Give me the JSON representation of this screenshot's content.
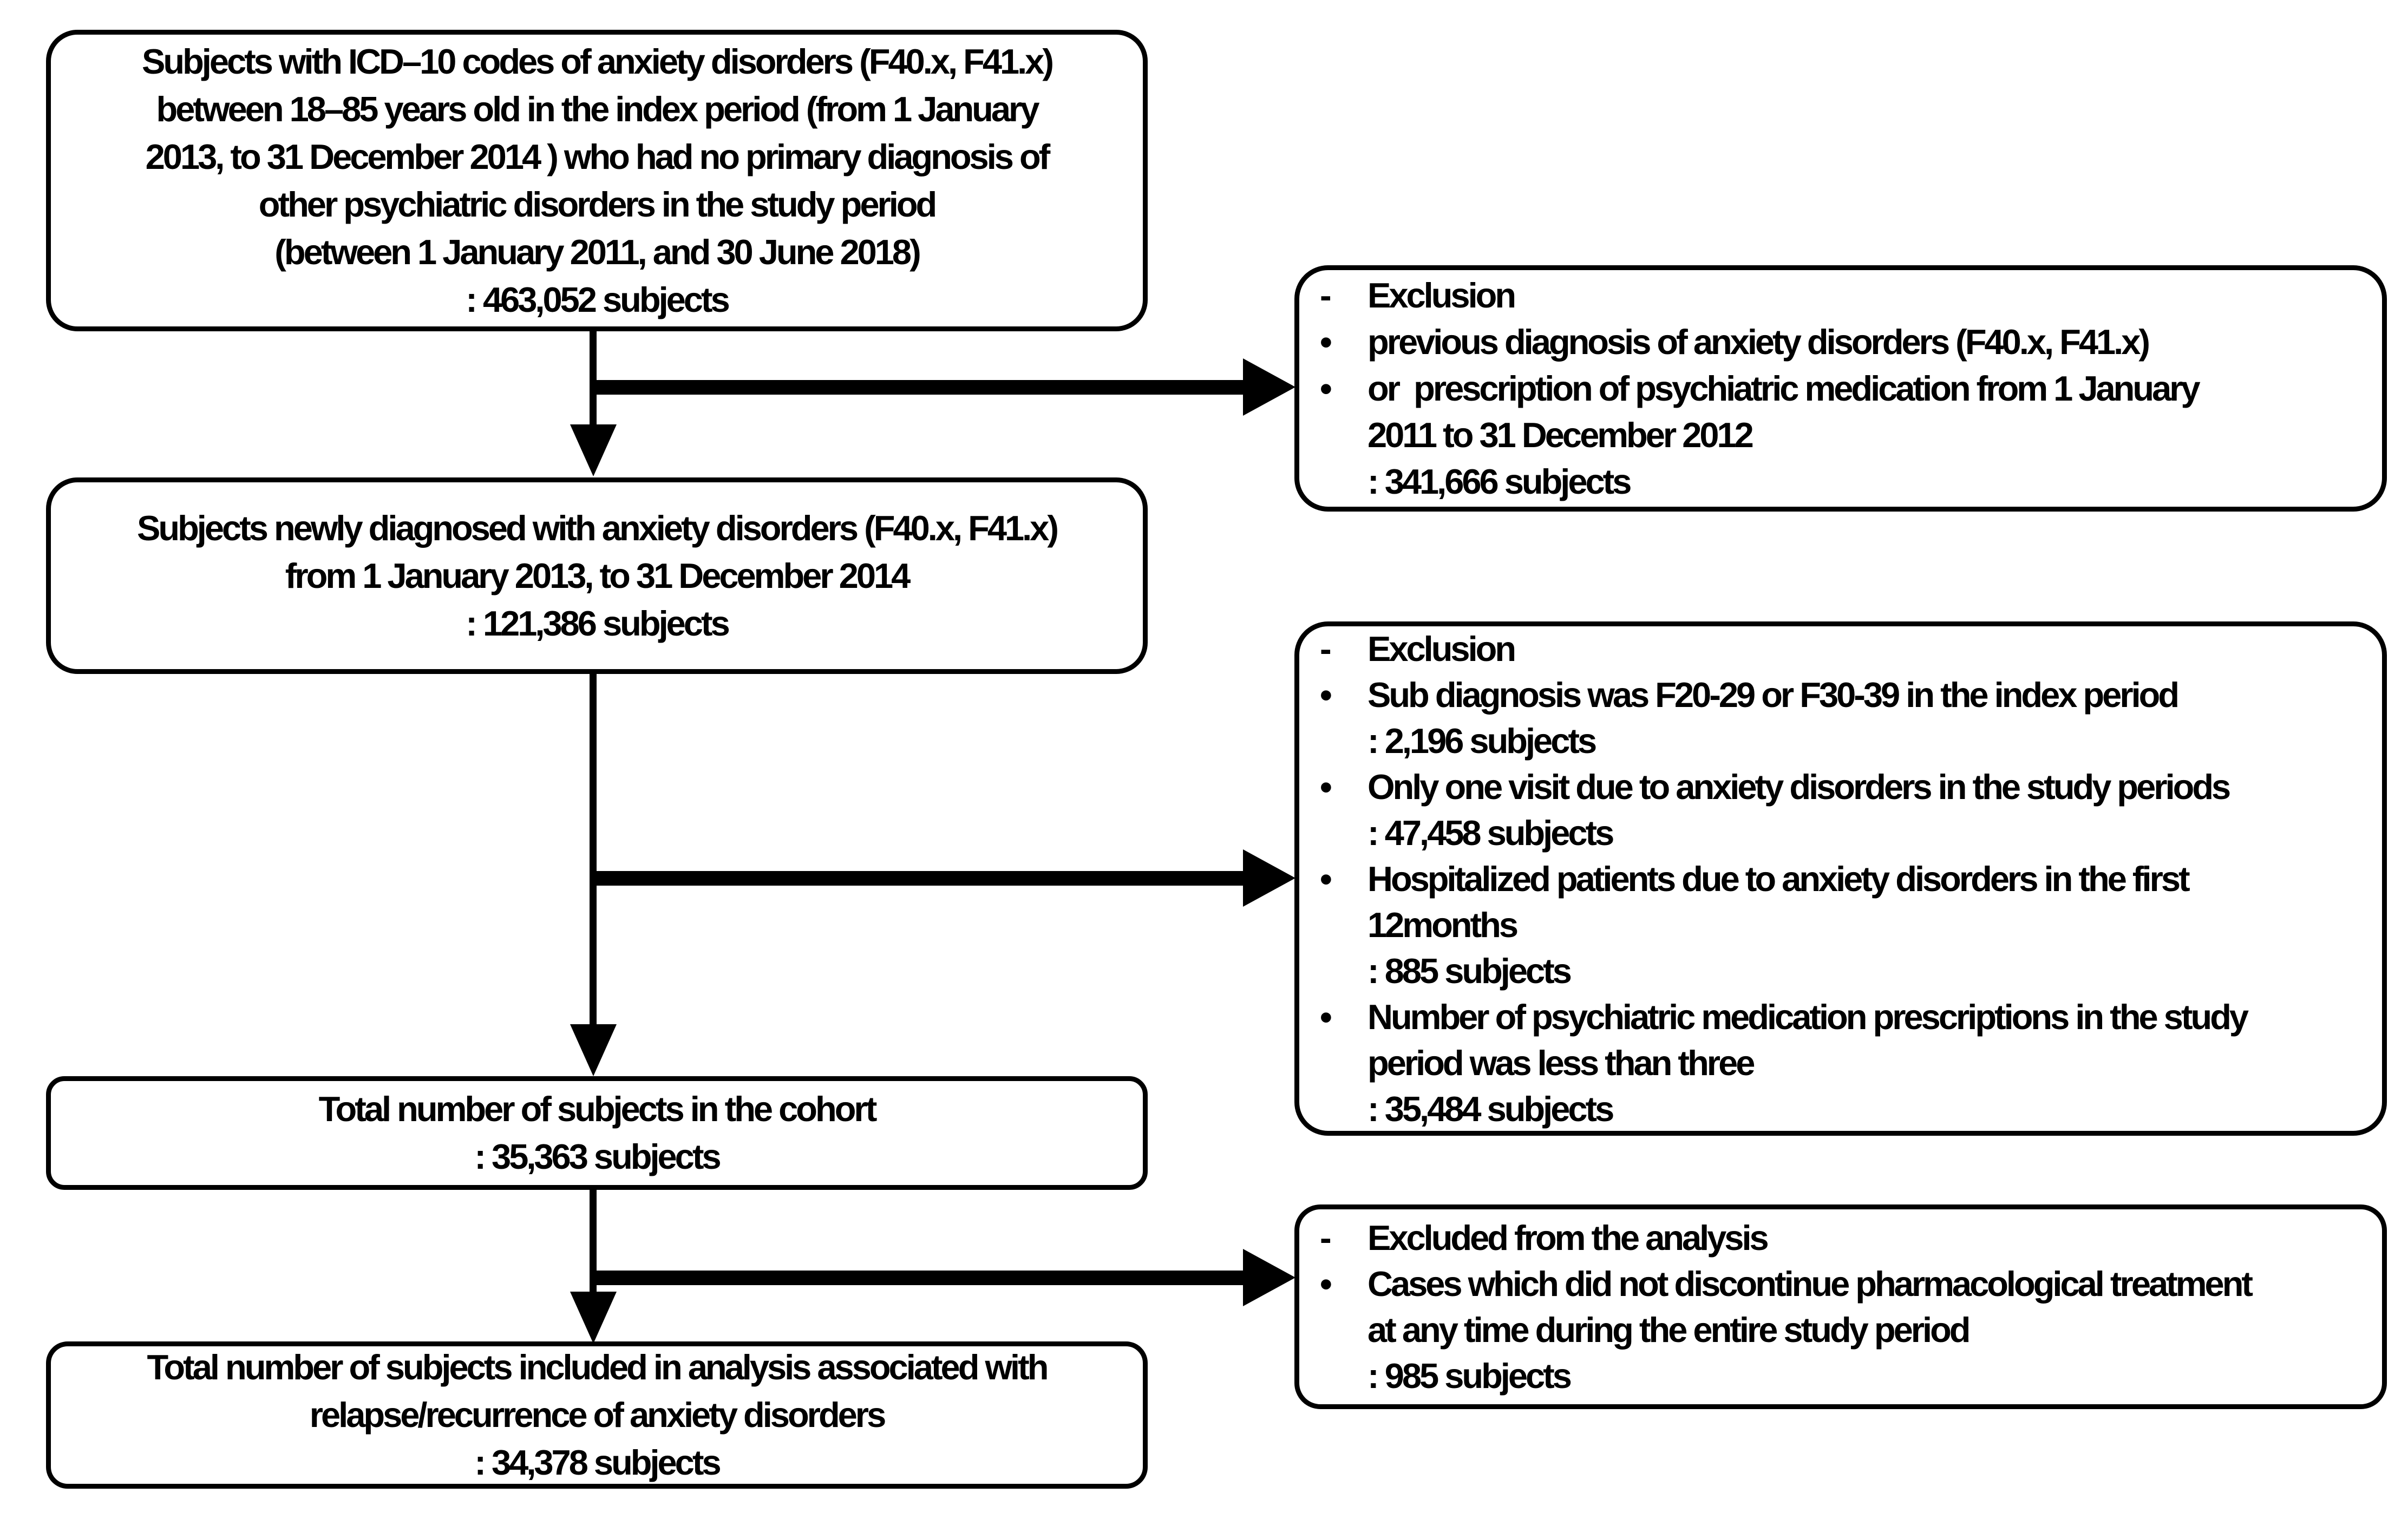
{
  "colors": {
    "background": "#ffffff",
    "stroke": "#000000",
    "text": "#000000"
  },
  "left_boxes": {
    "b1": {
      "lines": [
        "Subjects with ICD–10 codes of anxiety disorders (F40.x, F41.x)",
        "between 18–85 years old in the index period (from 1 January",
        "2013, to 31 December 2014 ) who had no primary diagnosis of",
        "other psychiatric disorders in the study period",
        "(between 1 January 2011, and 30 June 2018)",
        ": 463,052 subjects"
      ]
    },
    "b2": {
      "lines": [
        "Subjects newly diagnosed with anxiety disorders (F40.x, F41.x)",
        "from 1 January 2013, to 31 December 2014",
        ": 121,386 subjects"
      ]
    },
    "b3": {
      "lines": [
        "Total number of subjects in the cohort",
        ": 35,363 subjects"
      ]
    },
    "b4": {
      "lines": [
        "Total number of subjects included in analysis associated with",
        "relapse/recurrence of anxiety disorders",
        ": 34,378 subjects"
      ]
    }
  },
  "right_boxes": {
    "e1": {
      "rows": [
        {
          "bullet": "-",
          "text": "Exclusion"
        },
        {
          "bullet": "•",
          "text": "previous diagnosis of anxiety disorders (F40.x, F41.x)"
        },
        {
          "bullet": "•",
          "text": "or  prescription of psychiatric medication from 1 January"
        },
        {
          "bullet": "",
          "text": "2011 to 31 December 2012"
        },
        {
          "bullet": "",
          "text": ": 341,666 subjects"
        }
      ]
    },
    "e2": {
      "rows": [
        {
          "bullet": "-",
          "text": "Exclusion"
        },
        {
          "bullet": "•",
          "text": "Sub diagnosis was F20-29 or F30-39 in the index period"
        },
        {
          "bullet": "",
          "text": ": 2,196 subjects"
        },
        {
          "bullet": "•",
          "text": "Only one visit due to anxiety disorders in the study periods"
        },
        {
          "bullet": "",
          "text": ": 47,458 subjects"
        },
        {
          "bullet": "•",
          "text": "Hospitalized patients due to anxiety disorders in the first"
        },
        {
          "bullet": "",
          "text": "12months"
        },
        {
          "bullet": "",
          "text": ": 885 subjects"
        },
        {
          "bullet": "•",
          "text": "Number of psychiatric medication prescriptions in the study"
        },
        {
          "bullet": "",
          "text": "period was less than three"
        },
        {
          "bullet": "",
          "text": ": 35,484 subjects"
        }
      ]
    },
    "e3": {
      "rows": [
        {
          "bullet": "-",
          "text": "Excluded from the analysis"
        },
        {
          "bullet": "•",
          "text": "Cases which did not discontinue pharmacological treatment"
        },
        {
          "bullet": "",
          "text": "at any time during the entire study period"
        },
        {
          "bullet": "",
          "text": ": 985 subjects"
        }
      ]
    }
  }
}
